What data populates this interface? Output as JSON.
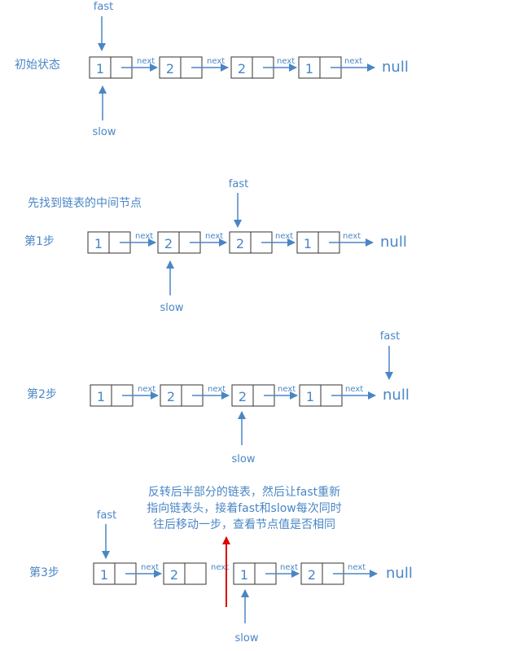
{
  "colors": {
    "accent": "#4a86c5",
    "box_border": "#333333",
    "highlight_arrow": "#e00000",
    "background": "#ffffff"
  },
  "labels": {
    "fast": "fast",
    "slow": "slow",
    "next": "next",
    "null": "null"
  },
  "steps": [
    {
      "title": "初始状态",
      "values": [
        "1",
        "2",
        "2",
        "1"
      ],
      "fast_node": 0,
      "slow_node": 0,
      "fast_on_null": false
    },
    {
      "title": "第1步",
      "values": [
        "1",
        "2",
        "2",
        "1"
      ],
      "fast_node": 2,
      "slow_node": 1,
      "fast_on_null": false
    },
    {
      "title": "第2步",
      "values": [
        "1",
        "2",
        "2",
        "1"
      ],
      "fast_node": 4,
      "slow_node": 2,
      "fast_on_null": true
    },
    {
      "title": "第3步",
      "values": [
        "1",
        "2",
        "1",
        "2"
      ],
      "fast_node": 0,
      "slow_node": 2,
      "fast_on_null": false
    }
  ],
  "note_find_middle": "先找到链表的中间节点",
  "note_reverse": [
    "反转后半部分的链表，然后让fast重新",
    "指向链表头，接着fast和slow每次同时",
    "往后移动一步，查看节点值是否相同"
  ]
}
